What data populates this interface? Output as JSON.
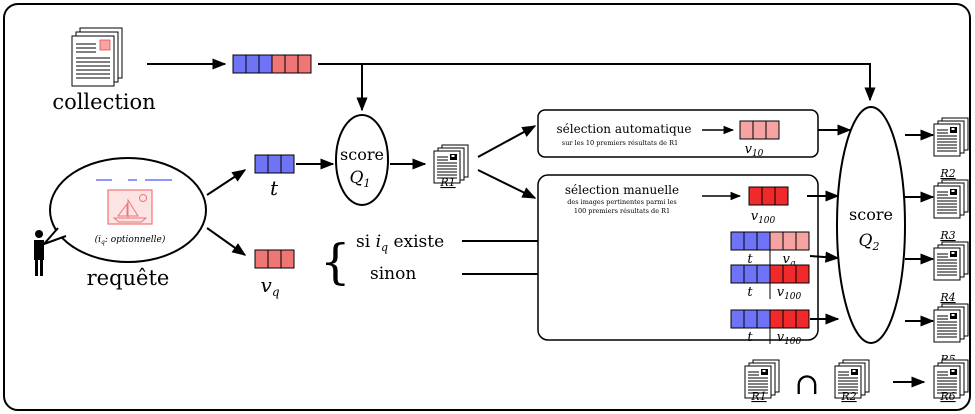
{
  "collection": {
    "label": "collection"
  },
  "query": {
    "label": "requête",
    "bubble_note": "(i",
    "bubble_note_sub": "q",
    "bubble_note_tail": ": optionnelle)"
  },
  "vectors": {
    "t": "t",
    "vq": "v",
    "vq_sub": "q",
    "v10": "v",
    "v10_sub": "10",
    "v100": "v",
    "v100_sub": "100"
  },
  "score1": {
    "line1": "score",
    "q": "Q",
    "q_sub": "1"
  },
  "score2": {
    "line1": "score",
    "q": "Q",
    "q_sub": "2"
  },
  "conditions": {
    "if_prefix": "si ",
    "if_var": "i",
    "if_var_sub": "q",
    "if_suffix": " existe",
    "else": "sinon"
  },
  "auto_selection": {
    "title": "sélection automatique",
    "subtitle": "sur les 10 premiers résultats de R1"
  },
  "manual_selection": {
    "title": "sélection manuelle",
    "subtitle_line1": "des images pertinentes parmi les",
    "subtitle_line2": "100 premiers résultats de R1"
  },
  "results": {
    "R1": "R1",
    "R2": "R2",
    "R3": "R3",
    "R4": "R4",
    "R5": "R5",
    "R6": "R6"
  },
  "intersection_symbol": "∩",
  "colors": {
    "blue": "#6f73f5",
    "pink": "#f5a3a3",
    "red": "#f02a2a",
    "salmon": "#f07575"
  }
}
